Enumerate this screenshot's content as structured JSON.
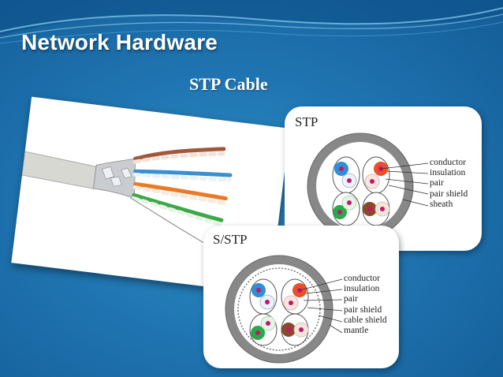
{
  "slide": {
    "title": "Network Hardware",
    "subtitle": "STP Cable"
  },
  "stp_diagram": {
    "label": "STP",
    "legend": [
      "conductor",
      "insulation",
      "pair",
      "pair shield",
      "sheath"
    ]
  },
  "sstp_diagram": {
    "label": "S/STP",
    "legend": [
      "conductor",
      "insulation",
      "pair",
      "pair shield",
      "cable shield",
      "mantle"
    ]
  },
  "wire_colors": {
    "blue": "#2f8fd6",
    "orange": "#e8502a",
    "green": "#2aa84a",
    "brown": "#8a4a2a"
  }
}
